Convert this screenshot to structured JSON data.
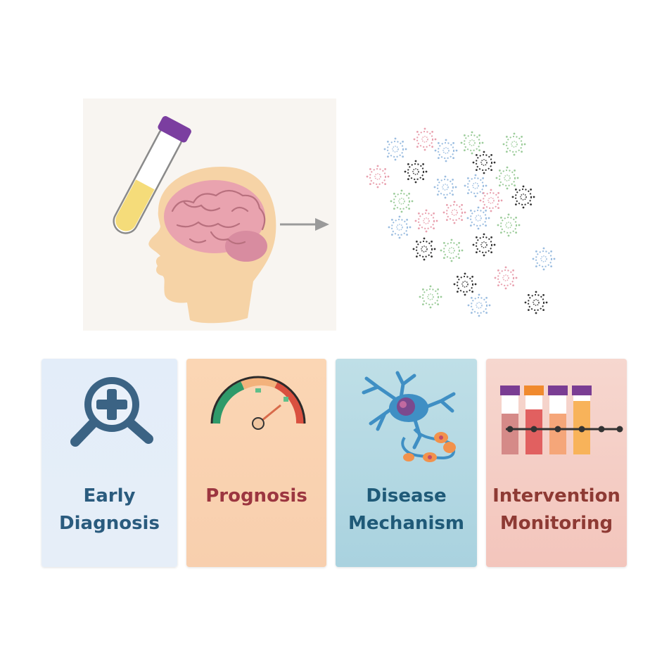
{
  "cards": [
    {
      "label": "Early\nDiagnosis",
      "icon": "magnifier-plus-icon",
      "color": "#2a5b7e"
    },
    {
      "label": "Prognosis",
      "icon": "gauge-icon",
      "color": "#9c3640"
    },
    {
      "label": "Disease\nMechanism",
      "icon": "neuron-icon",
      "color": "#1f5a78"
    },
    {
      "label": "Intervention\nMonitoring",
      "icon": "blood-tubes-timeline-icon",
      "color": "#8e3a34"
    }
  ],
  "colors": {
    "tube_cap": "#7b3ea0",
    "tube_liquid": "#f5dc7a",
    "head": "#f7d5ab",
    "brain": "#e9a6b0",
    "arrow": "#9a9a9a",
    "particles": [
      "#e8a0ae",
      "#9bbde0",
      "#9ccc9a",
      "#333333"
    ]
  }
}
